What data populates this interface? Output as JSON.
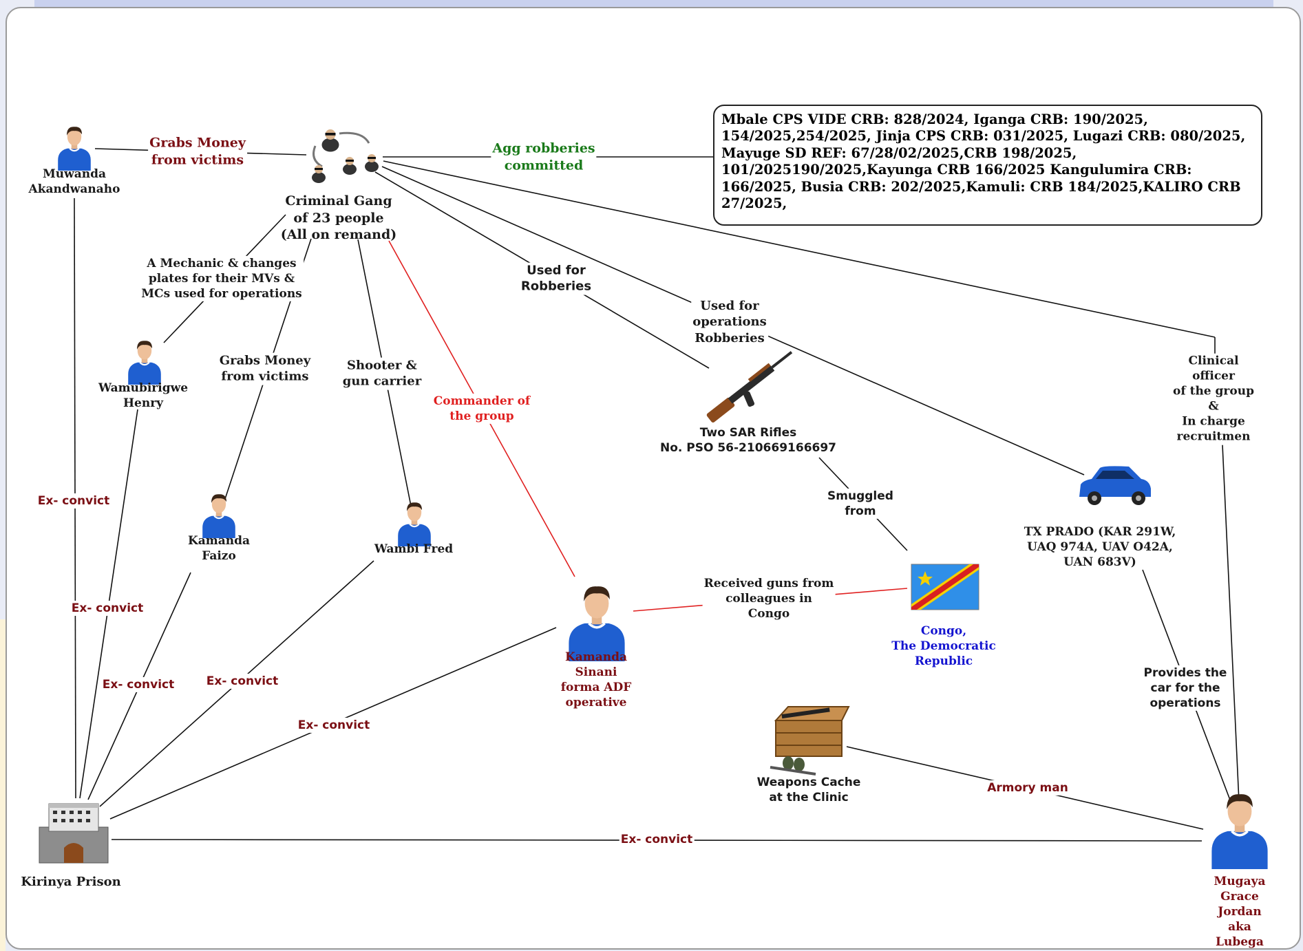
{
  "case_box": {
    "text": "Mbale CPS VIDE CRB: 828/2024, Iganga CRB: 190/2025, 154/2025,254/2025, Jinja CPS CRB: 031/2025, Lugazi CRB: 080/2025, Mayuge SD REF: 67/28/02/2025,CRB 198/2025, 101/2025190/2025,Kayunga CRB 166/2025 Kangulumira CRB: 166/2025, Busia CRB: 202/2025,Kamuli: CRB 184/2025,KALIRO CRB 27/2025,"
  },
  "nodes": {
    "gang": {
      "name": "Criminal Gang\nof 23 people\n(All on remand)",
      "icon": "group-icon"
    },
    "muwanda": {
      "name": "Muwanda\nAkandwanaho",
      "icon": "person-icon"
    },
    "wamubirigwe": {
      "name": "Wamubirigwe\nHenry",
      "icon": "person-icon"
    },
    "faizo": {
      "name": "Kamanda\nFaizo",
      "icon": "person-icon"
    },
    "wambi": {
      "name": "Wambi Fred",
      "icon": "person-icon"
    },
    "sinani": {
      "name": "Kamanda\nSinani\nforma ADF\noperative",
      "icon": "person-icon"
    },
    "rifles": {
      "name": "Two SAR Rifles\nNo. PSO 56-210669166697",
      "icon": "rifle-icon"
    },
    "congo": {
      "name": "Congo,\nThe Democratic\nRepublic",
      "icon": "congo-flag-icon"
    },
    "prado": {
      "name": "TX PRADO (KAR 291W,\nUAQ 974A, UAV O42A,\nUAN 683V)",
      "icon": "car-icon"
    },
    "cache": {
      "name": "Weapons Cache\nat the Clinic",
      "icon": "weapons-crate-icon"
    },
    "prison": {
      "name": "Kirinya Prison",
      "icon": "prison-icon"
    },
    "mugaya": {
      "name": "Mugaya Grace\nJordan aka\nLubega",
      "icon": "person-icon"
    }
  },
  "links": {
    "grabs_money_1": "Grabs Money\nfrom victims",
    "agg_robberies": "Agg robberies\ncommitted",
    "mechanic": "A Mechanic & changes\nplates for their MVs &\nMCs used for operations",
    "grabs_money_2": "Grabs Money\nfrom victims",
    "shooter": "Shooter &\ngun carrier",
    "commander": "Commander of\nthe group",
    "used_robberies": "Used for\nRobberies",
    "used_operations": "Used for\noperations\nRobberies",
    "clinical": "Clinical officer\nof the group &\nIn charge\nrecruitmen",
    "smuggled": "Smuggled\nfrom",
    "received_guns": "Received guns from\ncolleagues in\nCongo",
    "provides_car": "Provides the\ncar for the\noperations",
    "armory": "Armory man",
    "ex_convict_1": "Ex- convict",
    "ex_convict_2": "Ex- convict",
    "ex_convict_3": "Ex- convict",
    "ex_convict_4": "Ex- convict",
    "ex_convict_5": "Ex- convict",
    "ex_convict_6": "Ex- convict"
  },
  "colors": {
    "maroon": "#7b0f14",
    "green": "#1a7a1a",
    "red": "#e02020",
    "blue": "#1414d0",
    "person_shirt": "#1f5fd0"
  }
}
